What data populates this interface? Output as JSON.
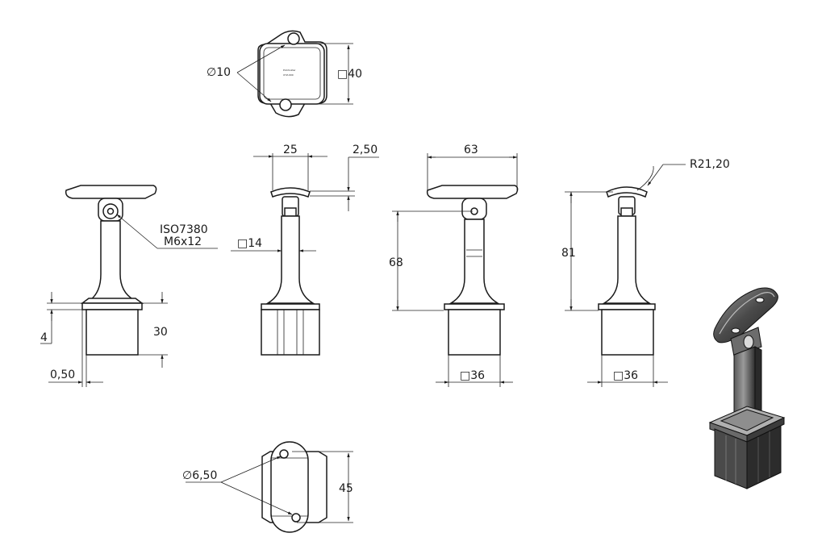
{
  "dimensions": {
    "top_hole_dia": "∅10",
    "top_square": "□40",
    "bolt_label_1": "ISO7380",
    "bolt_label_2": "M6x12",
    "flange_thickness": "4",
    "base_height": "30",
    "base_offset": "0,50",
    "saddle_width": "25",
    "saddle_thickness": "2,50",
    "post_square": "□14",
    "saddle_length": "63",
    "height_68": "68",
    "base_square_1": "□36",
    "saddle_radius": "R21,20",
    "height_81": "81",
    "base_square_2": "□36",
    "bottom_hole_dia": "∅6,50",
    "bottom_length": "45"
  },
  "stamp_text": {
    "line1": "Pickholder",
    "line2": "XYZ-000"
  },
  "colors": {
    "line": "#1a1a1a",
    "render_dark": "#3a3a3a",
    "render_light": "#8a8a8a"
  }
}
